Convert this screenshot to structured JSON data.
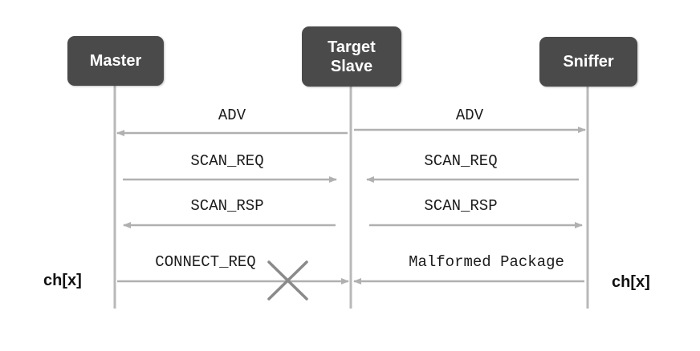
{
  "nodes": {
    "master": "Master",
    "target_line1": "Target",
    "target_line2": "Slave",
    "sniffer": "Sniffer"
  },
  "messages": {
    "adv_left": "ADV",
    "adv_right": "ADV",
    "scan_req_left": "SCAN_REQ",
    "scan_req_right": "SCAN_REQ",
    "scan_rsp_left": "SCAN_RSP",
    "scan_rsp_right": "SCAN_RSP",
    "connect_req": "CONNECT_REQ",
    "malformed": "Malformed Package"
  },
  "channels": {
    "left": "ch[x]",
    "right": "ch[x]"
  },
  "colors": {
    "node_fill": "#4a4a4a",
    "lifeline": "#b8b8b8",
    "arrow": "#b0b0b0",
    "cross": "#8a8a8a"
  }
}
